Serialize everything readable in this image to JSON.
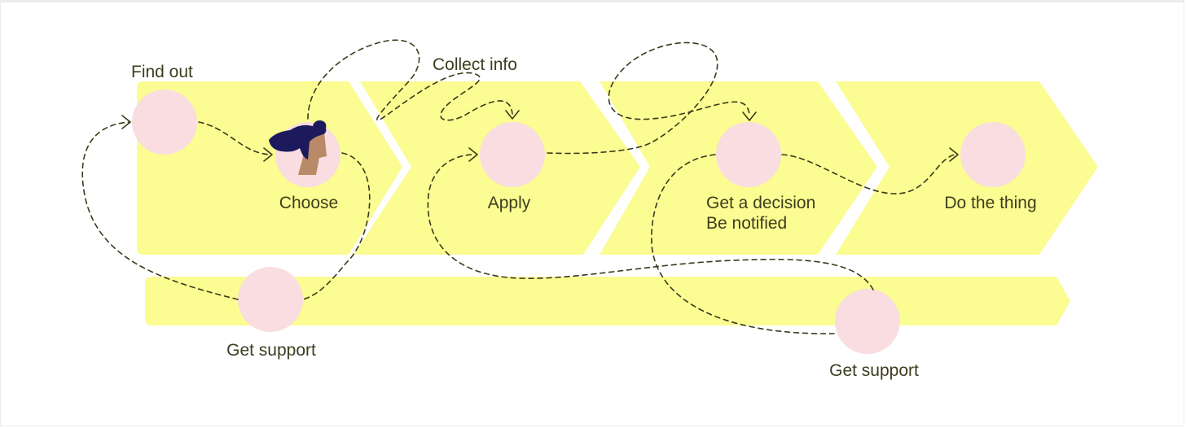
{
  "colors": {
    "band": "#fbfc92",
    "node": "#f9dde0",
    "line": "#3a3a1c",
    "text": "#3d3d1f",
    "hair": "#1c1a5c",
    "skin": "#b98a68"
  },
  "labels": {
    "find_out": "Find out",
    "collect_info": "Collect info",
    "choose": "Choose",
    "apply": "Apply",
    "decision_line1": "Get a decision",
    "decision_line2": "Be notified",
    "do_the_thing": "Do the thing",
    "support_left": "Get support",
    "support_right": "Get support"
  },
  "icons": [
    "person-avatar-icon",
    "arrow-head-icon"
  ]
}
